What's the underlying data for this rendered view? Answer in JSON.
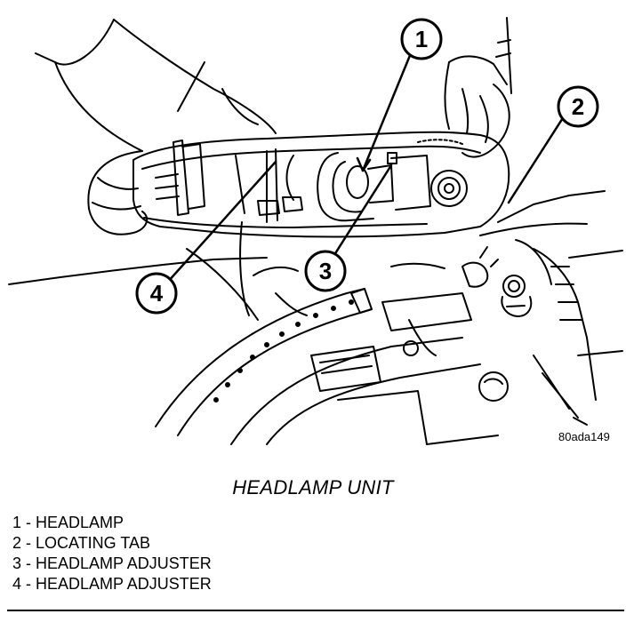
{
  "figure_id": "80ada149",
  "caption": "HEADLAMP UNIT",
  "callouts": [
    {
      "number": "1",
      "label": "HEADLAMP"
    },
    {
      "number": "2",
      "label": "LOCATING TAB"
    },
    {
      "number": "3",
      "label": "HEADLAMP ADJUSTER"
    },
    {
      "number": "4",
      "label": "HEADLAMP ADJUSTER"
    }
  ],
  "legend": [
    "1 - HEADLAMP",
    "2 - LOCATING TAB",
    "3 - HEADLAMP ADJUSTER",
    "4 - HEADLAMP ADJUSTER"
  ]
}
